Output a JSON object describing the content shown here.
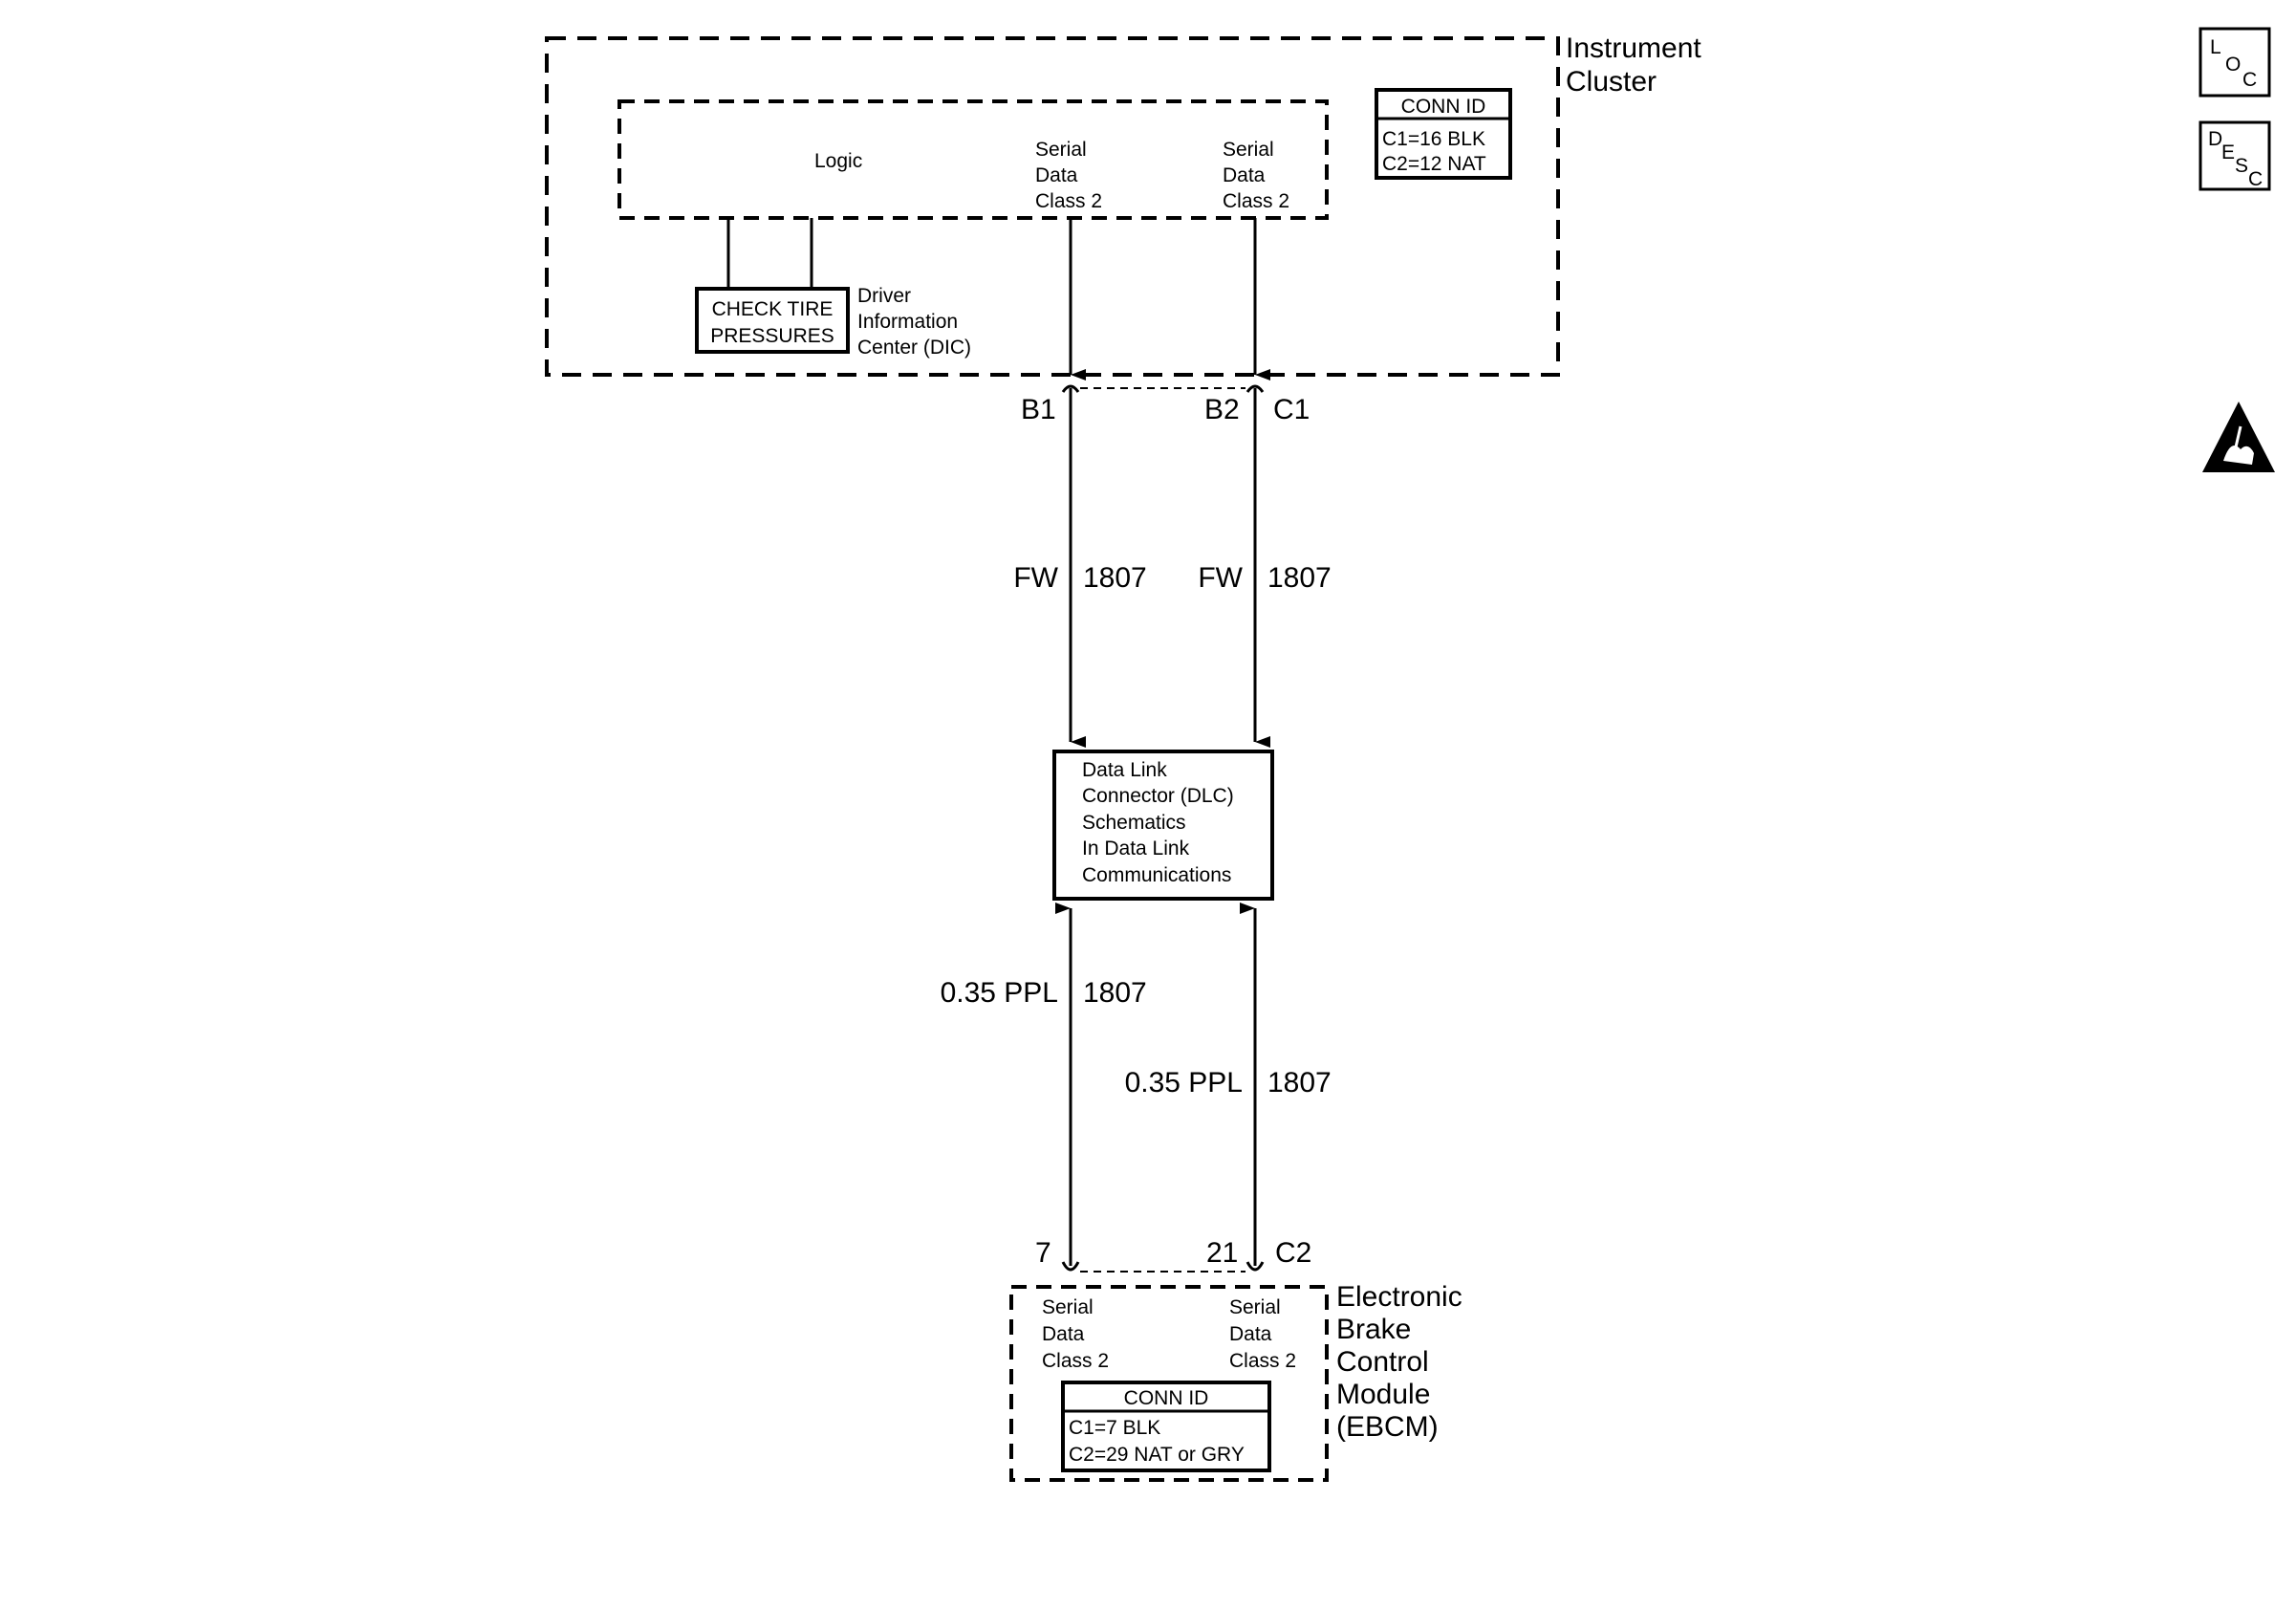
{
  "instrument_cluster": {
    "title_line1": "Instrument",
    "title_line2": "Cluster",
    "logic_label": "Logic",
    "serial_left": [
      "Serial",
      "Data",
      "Class 2"
    ],
    "serial_right": [
      "Serial",
      "Data",
      "Class 2"
    ],
    "conn_id": {
      "header": "CONN ID",
      "line1": "C1=16 BLK",
      "line2": "C2=12 NAT"
    },
    "dic_box": [
      "CHECK TIRE",
      "PRESSURES"
    ],
    "dic_label": [
      "Driver",
      "Information",
      "Center (DIC)"
    ]
  },
  "upper_connector": {
    "pin_left": "B1",
    "pin_right": "B2",
    "connector": "C1"
  },
  "upper_wires": {
    "left_color": "FW",
    "left_circuit": "1807",
    "right_color": "FW",
    "right_circuit": "1807"
  },
  "dlc_box": [
    "Data Link",
    "Connector (DLC)",
    "Schematics",
    "In Data Link",
    "Communications"
  ],
  "lower_wires": {
    "left_color": "0.35 PPL",
    "left_circuit": "1807",
    "right_color": "0.35 PPL",
    "right_circuit": "1807"
  },
  "lower_connector": {
    "pin_left": "7",
    "pin_right": "21",
    "connector": "C2"
  },
  "ebcm": {
    "title": [
      "Electronic",
      "Brake",
      "Control",
      "Module",
      "(EBCM)"
    ],
    "serial_left": [
      "Serial",
      "Data",
      "Class 2"
    ],
    "serial_right": [
      "Serial",
      "Data",
      "Class 2"
    ],
    "conn_id": {
      "header": "CONN ID",
      "line1": "C1=7 BLK",
      "line2": "C2=29 NAT or GRY"
    }
  },
  "side_icons": {
    "loc": [
      "L",
      "O",
      "C"
    ],
    "desc": [
      "D",
      "E",
      "S",
      "C"
    ],
    "warning_icon": "esd-warning"
  }
}
